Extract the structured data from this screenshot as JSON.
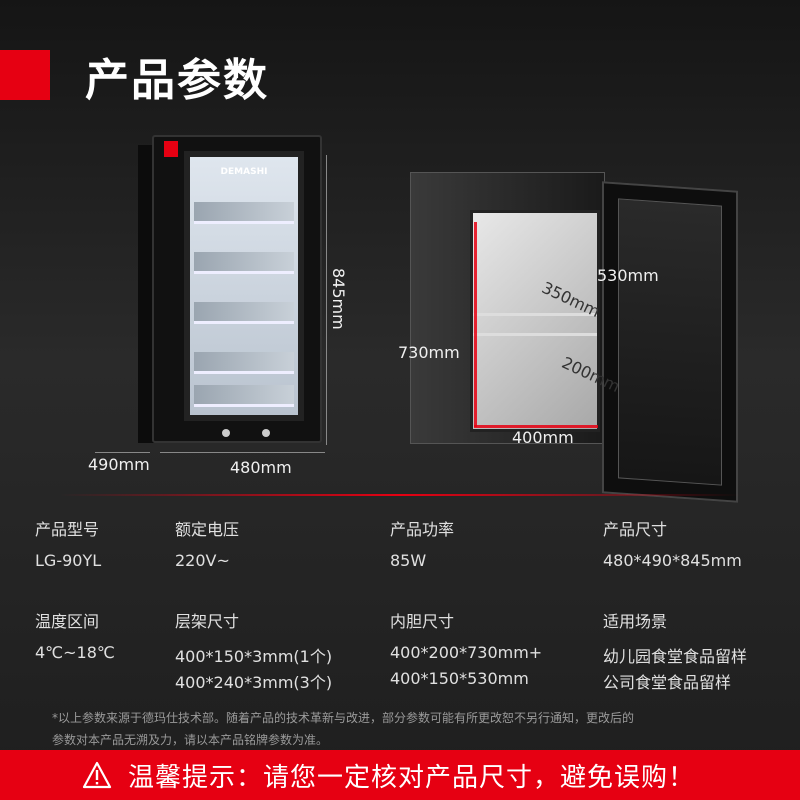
{
  "header": {
    "title": "产品参数"
  },
  "product_images": {
    "front": {
      "logo": "DEMASHI",
      "depth": "490mm",
      "width": "480mm",
      "height": "845mm"
    },
    "open": {
      "inner_height": "730mm",
      "upper_height": "530mm",
      "shelf_depth_upper": "350mm",
      "shelf_depth_lower": "200mm",
      "inner_width": "400mm"
    }
  },
  "specs": [
    {
      "label": "产品型号",
      "values": [
        "LG-90YL"
      ]
    },
    {
      "label": "额定电压",
      "values": [
        "220V~"
      ]
    },
    {
      "label": "产品功率",
      "values": [
        "85W"
      ]
    },
    {
      "label": "产品尺寸",
      "values": [
        "480*490*845mm"
      ]
    },
    {
      "label": "温度区间",
      "values": [
        "4℃~18℃"
      ]
    },
    {
      "label": "层架尺寸",
      "values": [
        "400*150*3mm(1个)",
        "400*240*3mm(3个)"
      ]
    },
    {
      "label": "内胆尺寸",
      "values": [
        "400*200*730mm+",
        "400*150*530mm"
      ]
    },
    {
      "label": "适用场景",
      "values": [
        "幼儿园食堂食品留样",
        "公司食堂食品留样"
      ]
    }
  ],
  "note": {
    "line1": "*以上参数来源于德玛仕技术部。随着产品的技术革新与改进，部分参数可能有所更改恕不另行通知，更改后的",
    "line2": "参数对本产品无溯及力，请以本产品铭牌参数为准。"
  },
  "banner": {
    "icon": "warning-icon",
    "text": "温馨提示：请您一定核对产品尺寸，避免误购！"
  },
  "colors": {
    "accent": "#e60012",
    "background": "#1e1e1e"
  }
}
